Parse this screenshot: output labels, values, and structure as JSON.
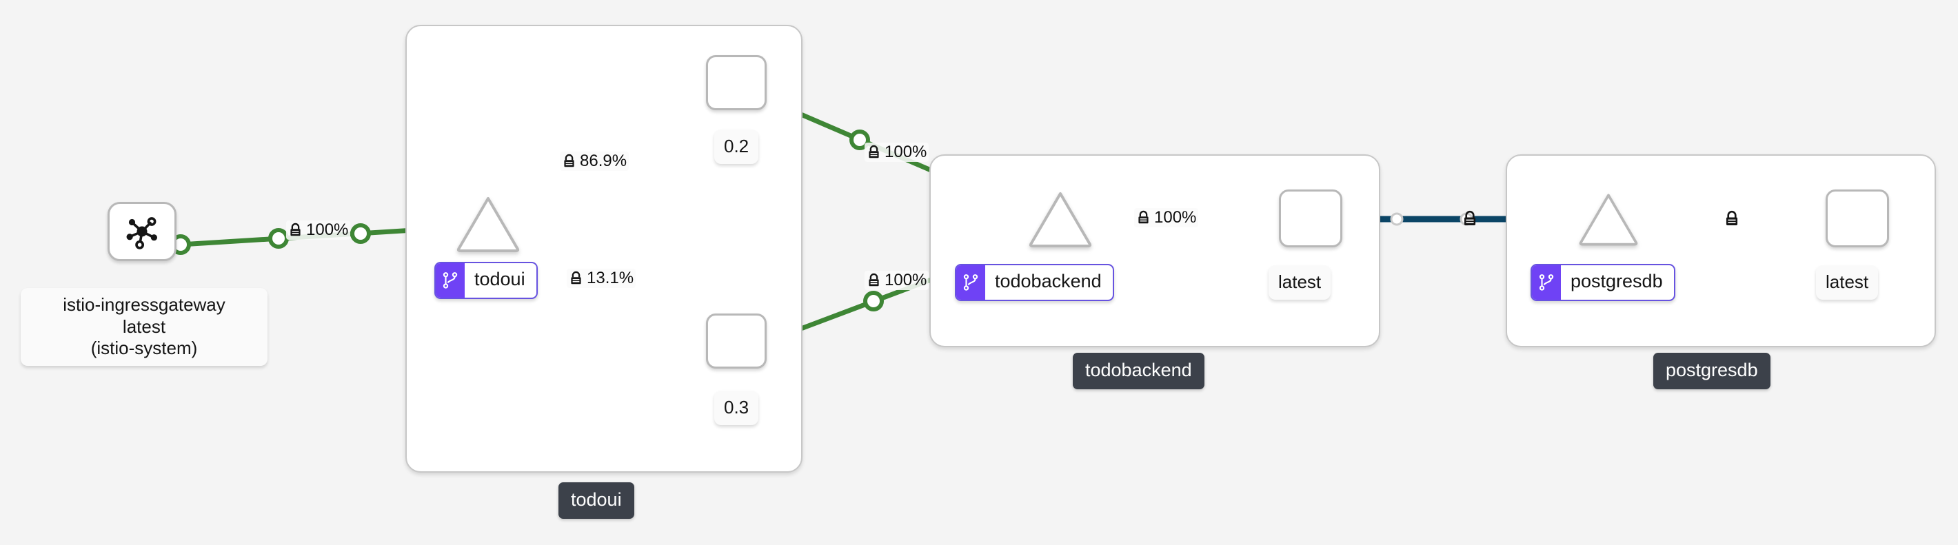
{
  "meta": {
    "view": "service-mesh-graph",
    "background_color": "#f4f4f4",
    "colors": {
      "edge_http_ok": "#3e8635",
      "edge_tcp": "#0b4566",
      "node_border": "#b8b8b8",
      "group_border": "#c7c7c7",
      "chip_purple": "#6f42f5",
      "badge_dark": "#3c414a"
    }
  },
  "groups": [
    {
      "id": "g-todoui",
      "namespace_badge": "todoui"
    },
    {
      "id": "g-todobackend",
      "namespace_badge": "todobackend"
    },
    {
      "id": "g-postgresdb",
      "namespace_badge": "postgresdb"
    }
  ],
  "nodes": [
    {
      "id": "n-ingress",
      "kind": "gateway",
      "icon": "istio-mesh-icon",
      "label_lines": [
        "istio-ingressgateway",
        "latest",
        "(istio-system)"
      ]
    },
    {
      "id": "n-todoui-svc",
      "kind": "service",
      "chip": {
        "icon": "workload-icon",
        "text": "todoui"
      }
    },
    {
      "id": "n-todoui-v02",
      "kind": "workload",
      "label": "0.2"
    },
    {
      "id": "n-todoui-v03",
      "kind": "workload",
      "label": "0.3"
    },
    {
      "id": "n-todobackend-svc",
      "kind": "service",
      "chip": {
        "icon": "workload-icon",
        "text": "todobackend"
      }
    },
    {
      "id": "n-todobackend-latest",
      "kind": "workload",
      "label": "latest"
    },
    {
      "id": "n-postgresdb-svc",
      "kind": "service",
      "chip": {
        "icon": "workload-icon",
        "text": "postgresdb"
      }
    },
    {
      "id": "n-postgresdb-latest",
      "kind": "workload",
      "label": "latest"
    }
  ],
  "edges": [
    {
      "id": "e1",
      "from": "n-ingress",
      "to": "n-todoui-svc",
      "protocol": "http",
      "label": "100%",
      "mtls": true
    },
    {
      "id": "e2",
      "from": "n-todoui-svc",
      "to": "n-todoui-v02",
      "protocol": "http",
      "label": "86.9%",
      "mtls": true
    },
    {
      "id": "e3",
      "from": "n-todoui-svc",
      "to": "n-todoui-v03",
      "protocol": "http",
      "label": "13.1%",
      "mtls": true
    },
    {
      "id": "e4",
      "from": "n-todoui-v02",
      "to": "n-todobackend-svc",
      "protocol": "http",
      "label": "100%",
      "mtls": true
    },
    {
      "id": "e5",
      "from": "n-todoui-v03",
      "to": "n-todobackend-svc",
      "protocol": "http",
      "label": "100%",
      "mtls": true
    },
    {
      "id": "e6",
      "from": "n-todobackend-svc",
      "to": "n-todobackend-latest",
      "protocol": "http",
      "label": "100%",
      "mtls": true
    },
    {
      "id": "e7",
      "from": "n-todobackend-latest",
      "to": "n-postgresdb-svc",
      "protocol": "tcp",
      "label": "",
      "mtls": true
    },
    {
      "id": "e8",
      "from": "n-postgresdb-svc",
      "to": "n-postgresdb-latest",
      "protocol": "tcp",
      "label": "",
      "mtls": true
    }
  ],
  "labels": {
    "ingress_line1": "istio-ingressgateway",
    "ingress_line2": "latest",
    "ingress_line3": "(istio-system)",
    "todoui_chip": "todoui",
    "todoui_v02": "0.2",
    "todoui_v03": "0.3",
    "todobackend_chip": "todobackend",
    "todobackend_latest": "latest",
    "postgresdb_chip": "postgresdb",
    "postgresdb_latest": "latest",
    "ns_todoui": "todoui",
    "ns_todobackend": "todobackend",
    "ns_postgresdb": "postgresdb",
    "pct_ingress_to_todoui": "100%",
    "pct_todoui_to_v02": "86.9%",
    "pct_todoui_to_v03": "13.1%",
    "pct_v02_to_backend": "100%",
    "pct_v03_to_backend": "100%",
    "pct_backend_to_latest": "100%"
  }
}
